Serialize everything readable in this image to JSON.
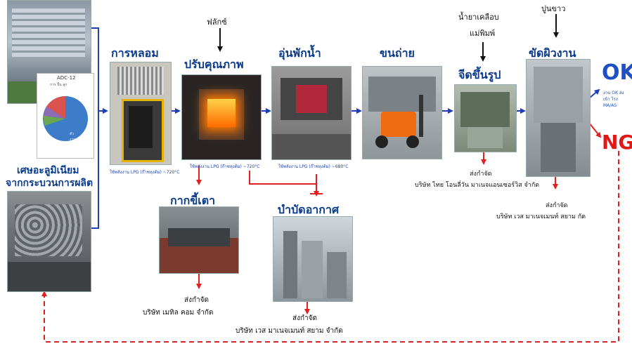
{
  "stages": {
    "melting": "การหลอม",
    "refining": "ปรับคุณภาพ",
    "holding": "อุ่นพักน้ำ",
    "transport": "ขนถ่าย",
    "die_casting": "จีดขึ้นรูป",
    "surface_finishing": "ขัดผิวงาน"
  },
  "scrap": {
    "label_line1": "เศษอะลูมิเนียม",
    "label_line2": "จากกระบวนการผลิต",
    "pie_title": "ADC-12",
    "pie_legend": "การ ปั้น ลูก",
    "pie_label_large": "ตัว\nงาน"
  },
  "inputs": {
    "flux": "ฟลักซ์",
    "mold_coating_line1": "น้ำยาเคลือบ",
    "mold_coating_line2": "แม่พิมพ์",
    "lime": "ปูนขาว"
  },
  "fuel_notes": {
    "melting": "ใช้พลังงาน LPG (ก๊าซหุงต้ม) ~720°C",
    "refining": "ใช้พลังงาน LPG (ก๊าซหุงต้ม) ~720°C",
    "holding": "ใช้พลังงาน LPG (ก๊าซหุงต้ม) ~680°C"
  },
  "byproducts": {
    "dross": "กากขี้เตา",
    "air_treatment": "บำบัดอากาศ"
  },
  "disposal": {
    "dross_line1": "ส่งกำจัด",
    "dross_line2": "บริษัท เมทิล คอม จำกัด",
    "air_line1": "ส่งกำจัด",
    "air_line2": "บริษัท เวส มาเนจเมนท์ สยาม จำกัด",
    "casting_line1": "ส่งกำจัด",
    "casting_line2": "บริษัท ไทย โอนลี่วัน มาเนจแอนเซอร์วิส จำกัด",
    "finishing_line1": "ส่งกำจัด",
    "finishing_line2": "บริษัท เวส มาเนจเมนท์ สยาม กัด"
  },
  "results": {
    "ok": "OK",
    "ok_note": "งาน OK ส่งเข้า โรง MA/AS",
    "ng": "NG"
  },
  "colors": {
    "flow_arrow": "#1f3fb5",
    "waste_arrow": "#e02020",
    "title": "#0a3b8c",
    "ng": "#e01818"
  }
}
